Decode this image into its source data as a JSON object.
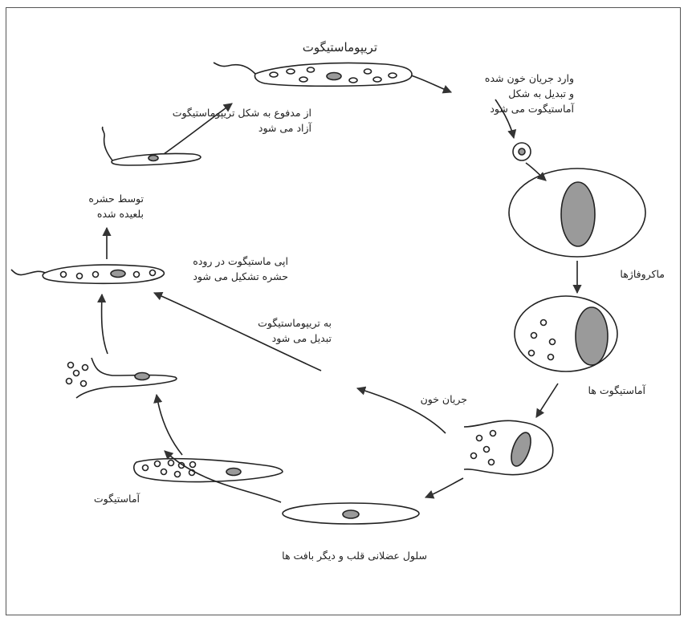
{
  "labels": {
    "trypomastigote_title": "تریپوماستیگوت",
    "blood_entry": [
      "وارد جریان خون شده",
      "و تبدیل به شکل",
      "آماستیگوت می شود"
    ],
    "feces_release": [
      "از مدفوع به شکل تریپوماستیگوت",
      "آزاد می شود"
    ],
    "insect_ingest": [
      "توسط حشره",
      "بلعیده شده"
    ],
    "macrophages": "ماکروفاژها",
    "amastigotes": "آماستیگوت ها",
    "epimastigote_gut": [
      "اپی ماستیگوت در روده",
      "حشره تشکیل می شود"
    ],
    "to_trypomastigote": [
      "به تریپوماستیگوت",
      "تبدیل می شود"
    ],
    "bloodstream": "جریان خون",
    "amastigote": "آماستیگوت",
    "muscle_cell": "سلول عضلانی قلب و دیگر بافت ها"
  }
}
